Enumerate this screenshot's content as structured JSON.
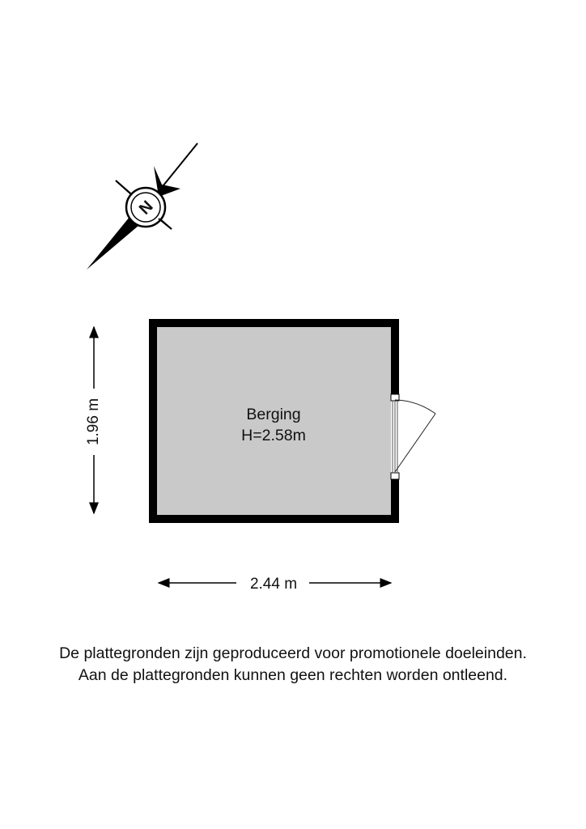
{
  "compass": {
    "label": "N",
    "icon": "north-arrow-icon"
  },
  "room": {
    "name": "Berging",
    "height": "H=2.58m",
    "fill_color": "#c9c9c9",
    "wall_color": "#000000"
  },
  "dimensions": {
    "vertical": "1.96 m",
    "horizontal": "2.44 m"
  },
  "disclaimer": {
    "line1": "De plattegronden zijn geproduceerd voor promotionele doeleinden.",
    "line2": "Aan de plattegronden kunnen geen rechten worden ontleend."
  }
}
